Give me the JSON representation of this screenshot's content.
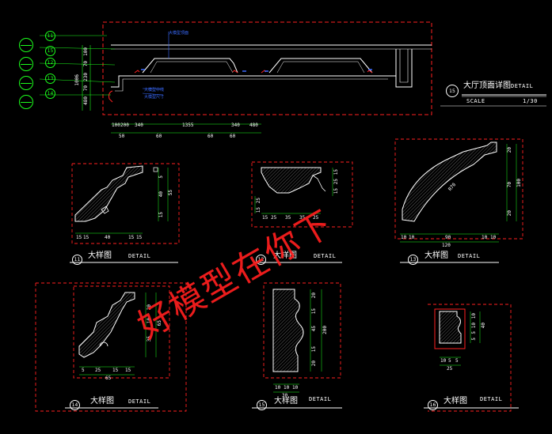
{
  "main_view": {
    "title": "大厅顶面详图",
    "title_suffix": "DETAIL",
    "scale_label": "SCALE",
    "scale_value": "1/30",
    "view_number": "15",
    "view_sub": "-",
    "callouts": [
      "11",
      "12",
      "13",
      "14",
      "15"
    ],
    "vertical_dims": [
      "100",
      "70",
      "230",
      "70",
      "480"
    ],
    "vertical_total": "1006",
    "bottom_dims": [
      "100",
      "200",
      "340",
      "1355",
      "340",
      "480"
    ],
    "bottom_sub_dims": [
      "50",
      "60",
      "60",
      "60"
    ],
    "annotations": [
      "大模型顶面",
      "大模型中线",
      "大模型尺寸"
    ]
  },
  "details": [
    {
      "id": "d11",
      "number": "11",
      "title": "大样图",
      "label": "DETAIL",
      "dims_bottom": [
        "15",
        "15",
        "40",
        "15",
        "15"
      ],
      "dims_right": [
        "40",
        "15",
        "5"
      ],
      "dims_total_right": "55"
    },
    {
      "id": "d12",
      "number": "12",
      "title": "大样图",
      "label": "DETAIL",
      "dims_bottom": [
        "15",
        "25",
        "35",
        "35",
        "25"
      ],
      "dims_right": [
        "15",
        "25",
        "15"
      ],
      "dims_left": [
        "25",
        "15"
      ]
    },
    {
      "id": "d13",
      "number": "13",
      "title": "大样图",
      "label": "DETAIL",
      "dims_bottom": [
        "10",
        "10",
        "90",
        "10",
        "10"
      ],
      "dims_bottom_total": "120",
      "dims_right": [
        "20",
        "70",
        "20"
      ],
      "dims_total_right": "100",
      "radius": "R70"
    },
    {
      "id": "d14",
      "number": "14",
      "title": "大样图",
      "label": "DETAIL",
      "dims_bottom": [
        "5",
        "25",
        "15",
        "15"
      ],
      "dims_bottom_total": "65",
      "dims_right": [
        "20",
        "10",
        "35"
      ],
      "dims_total_right": "65"
    },
    {
      "id": "d15",
      "number": "15",
      "title": "大样图",
      "label": "DETAIL",
      "dims_bottom": [
        "10",
        "10",
        "10"
      ],
      "dims_bottom_total": "30",
      "dims_right": [
        "20",
        "15",
        "45",
        "15",
        "20"
      ],
      "dims_total_right": "200"
    },
    {
      "id": "d16",
      "number": "16",
      "title": "大样图",
      "label": "DETAIL",
      "dims_bottom": [
        "10",
        "5",
        "5"
      ],
      "dims_bottom_total": "25",
      "dims_right": [
        "10",
        "10",
        "5",
        "5"
      ],
      "dims_total_right": "40"
    }
  ],
  "watermark": "好模型在你下",
  "colors": {
    "background": "#000000",
    "frame": "#ff2020",
    "dimension": "#1cff1c",
    "molding": "#ffffff",
    "accent": "#3a6bff",
    "text": "#ffffff"
  }
}
